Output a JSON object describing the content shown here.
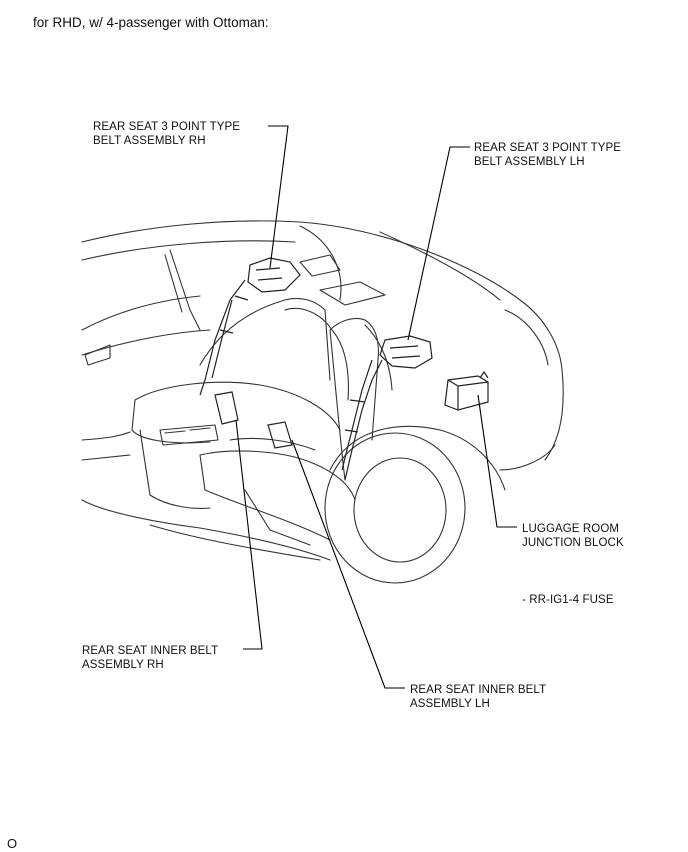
{
  "heading": "for RHD, w/ 4-passenger with Ottoman:",
  "labels": {
    "rear_3pt_rh": "REAR SEAT 3 POINT TYPE\nBELT ASSEMBLY RH",
    "rear_3pt_lh": "REAR SEAT 3 POINT TYPE\nBELT ASSEMBLY LH",
    "luggage_jb": "LUGGAGE ROOM\nJUNCTION BLOCK",
    "fuse": "- RR-IG1-4 FUSE",
    "inner_rh": "REAR SEAT INNER BELT\nASSEMBLY RH",
    "inner_lh": "REAR SEAT INNER BELT\nASSEMBLY LH"
  },
  "corner_mark": "O"
}
